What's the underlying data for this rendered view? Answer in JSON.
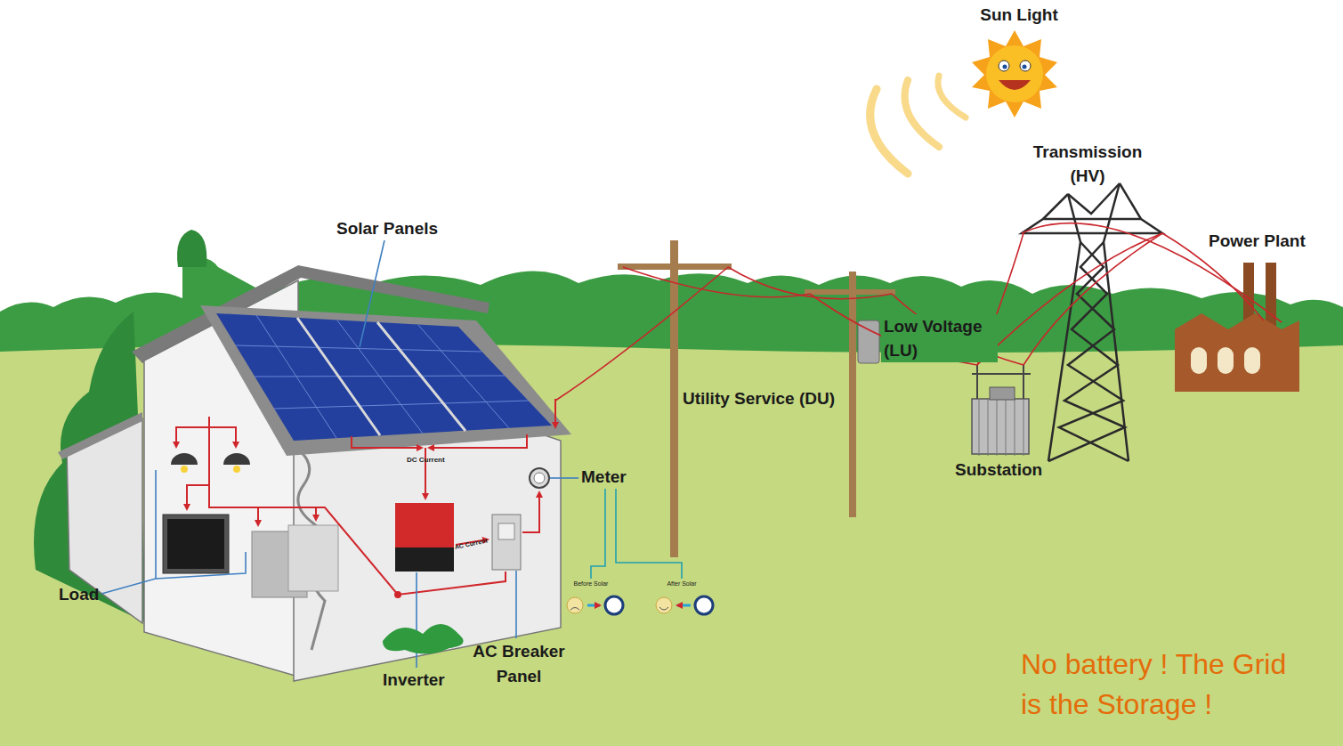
{
  "diagram": {
    "labels": [
      "Sun Light",
      "Transmission (HV)",
      "Power Plant",
      "Solar Panels",
      "Low Voltage (LU)",
      "Utility Service (DU)",
      "Substation",
      "DC Current",
      "Meter",
      "AC Current",
      "Load",
      "Before Solar",
      "After Solar",
      "AC Breaker Panel",
      "Inverter",
      "No battery ! The Grid is the Storage !"
    ]
  }
}
